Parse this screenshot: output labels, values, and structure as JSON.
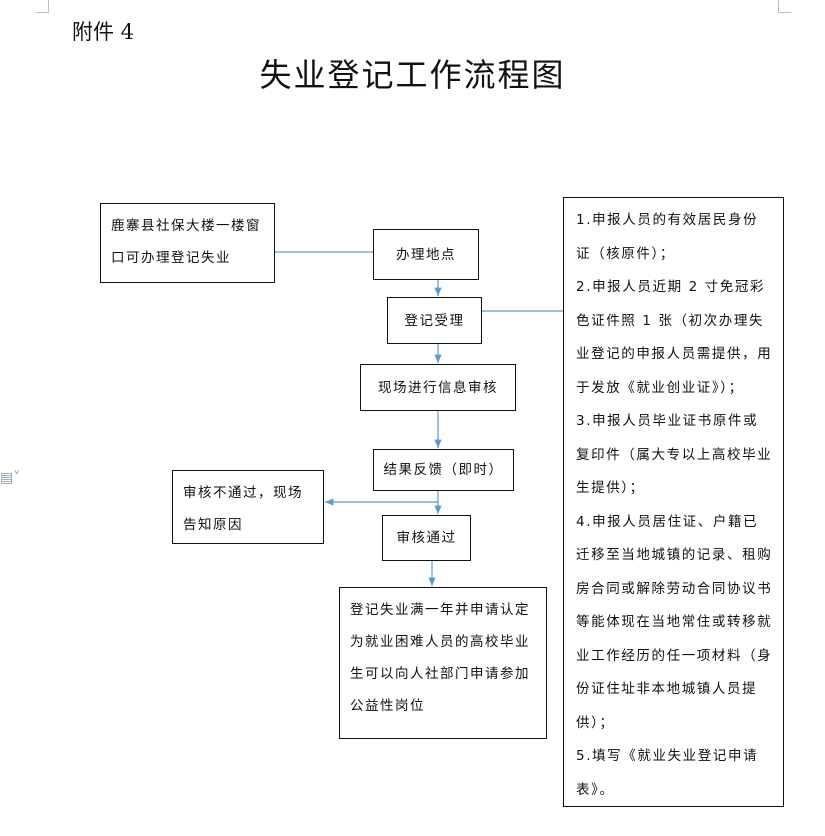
{
  "header": {
    "attachment_label": "附件 4"
  },
  "title": "失业登记工作流程图",
  "flow": {
    "location_note": "鹿寨县社保大楼一楼窗口可办理登记失业",
    "step_location": "办理地点",
    "step_accept": "登记受理",
    "step_review": "现场进行信息审核",
    "step_feedback": "结果反馈（即时）",
    "step_fail": "审核不通过，现场告知原因",
    "step_pass": "审核通过",
    "step_graduate": "登记失业满一年并申请认定为就业困难人员的高校毕业生可以向人社部门申请参加公益性岗位"
  },
  "requirements": {
    "items": [
      "1.申报人员的有效居民身份证（核原件）；",
      "2.申报人员近期 2 寸免冠彩色证件照 1 张（初次办理失业登记的申报人员需提供，用于发放《就业创业证》）；",
      "3.申报人员毕业证书原件或复印件（属大专以上高校毕业生提供）；",
      "4.申报人员居住证、户籍已迁移至当地城镇的记录、租购房合同或解除劳动合同协议书等能体现在当地常住或转移就业工作经历的任一项材料（身份证住址非本地城镇人员提供）；",
      "5.填写《就业失业登记申请表》。"
    ]
  },
  "colors": {
    "connector": "#5b9bd5",
    "border": "#111111"
  }
}
